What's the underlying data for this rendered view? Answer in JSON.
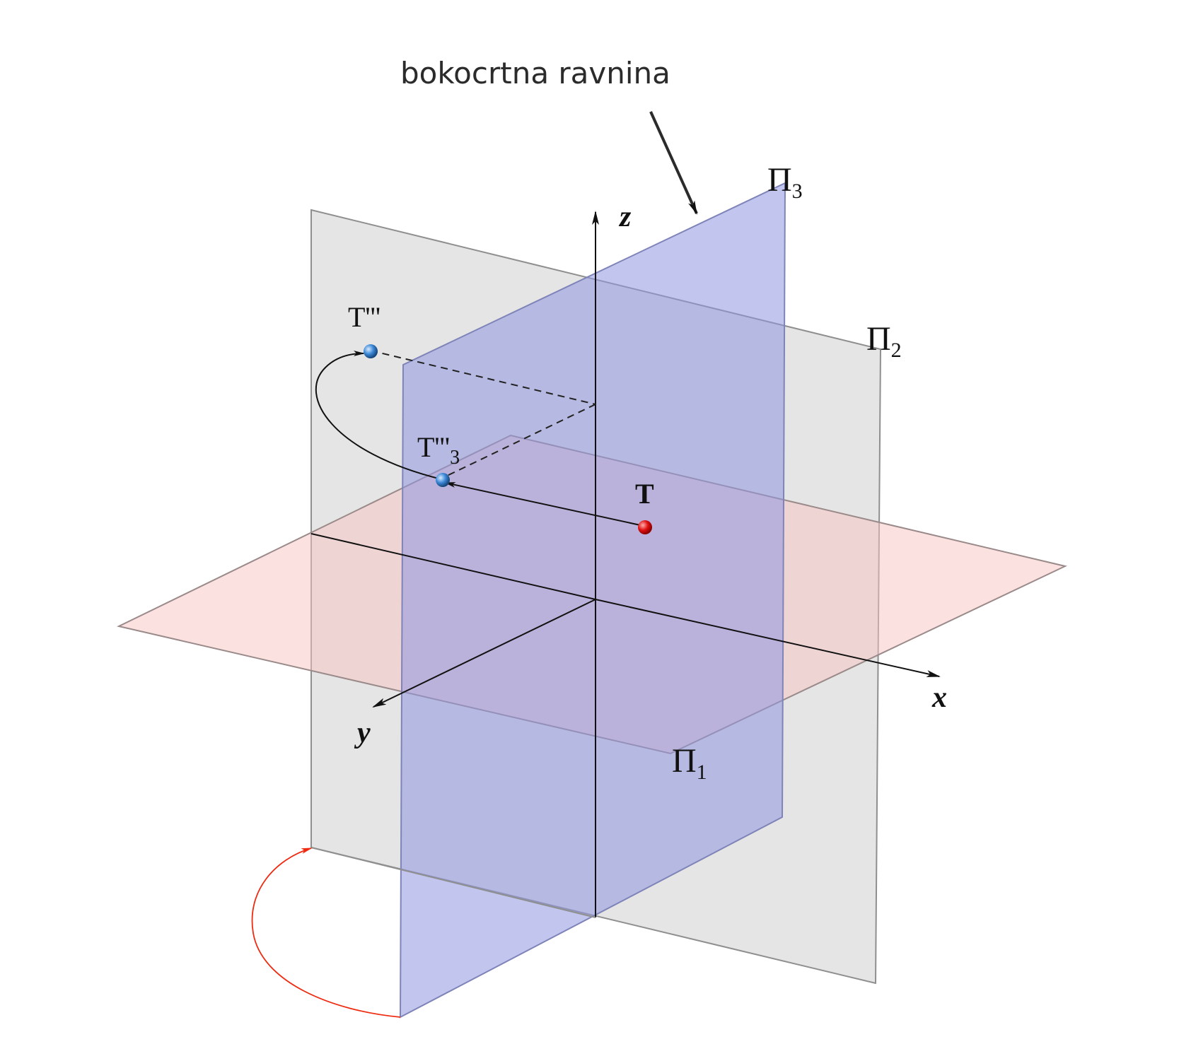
{
  "callout": {
    "text": "bokocrtna ravnina"
  },
  "planes": {
    "pi3": {
      "label": "Π",
      "subscript": "3"
    },
    "pi2": {
      "label": "Π",
      "subscript": "2"
    },
    "pi1": {
      "label": "Π",
      "subscript": "1"
    }
  },
  "axes": {
    "x": "x",
    "y": "y",
    "z": "z"
  },
  "points": {
    "T": "T",
    "T3": {
      "label": "T'''",
      "subscript": "3"
    },
    "Tppp": "T'''"
  },
  "colors": {
    "pi1_fill": "#f7c9c9",
    "pi2_fill": "#c9c9c9",
    "pi3_fill": "#9ea3e3",
    "point_T": "#e01010",
    "point_projection": "#3b86d6",
    "rotation_arrow": "#ee2a10"
  }
}
